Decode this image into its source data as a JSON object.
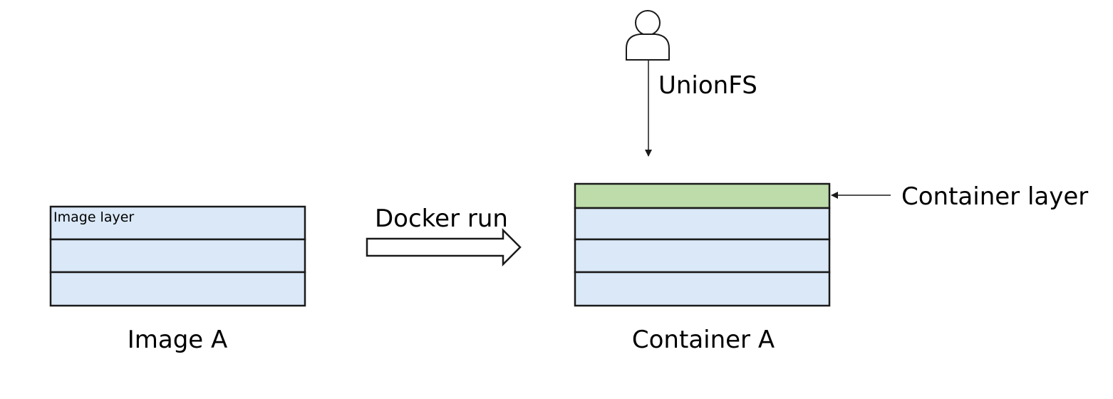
{
  "labels": {
    "image_layer": "Image layer",
    "image_name": "Image A",
    "docker_run": "Docker run",
    "container_name": "Container A",
    "container_layer": "Container layer",
    "unionfs": "UnionFS"
  },
  "colors": {
    "image_layer_fill": "#dae8f7",
    "container_layer_fill": "#bddcaa",
    "stroke": "#1a1a1a"
  },
  "icons": {
    "user": "user-icon",
    "docker_run_arrow": "block-arrow-right-icon"
  }
}
